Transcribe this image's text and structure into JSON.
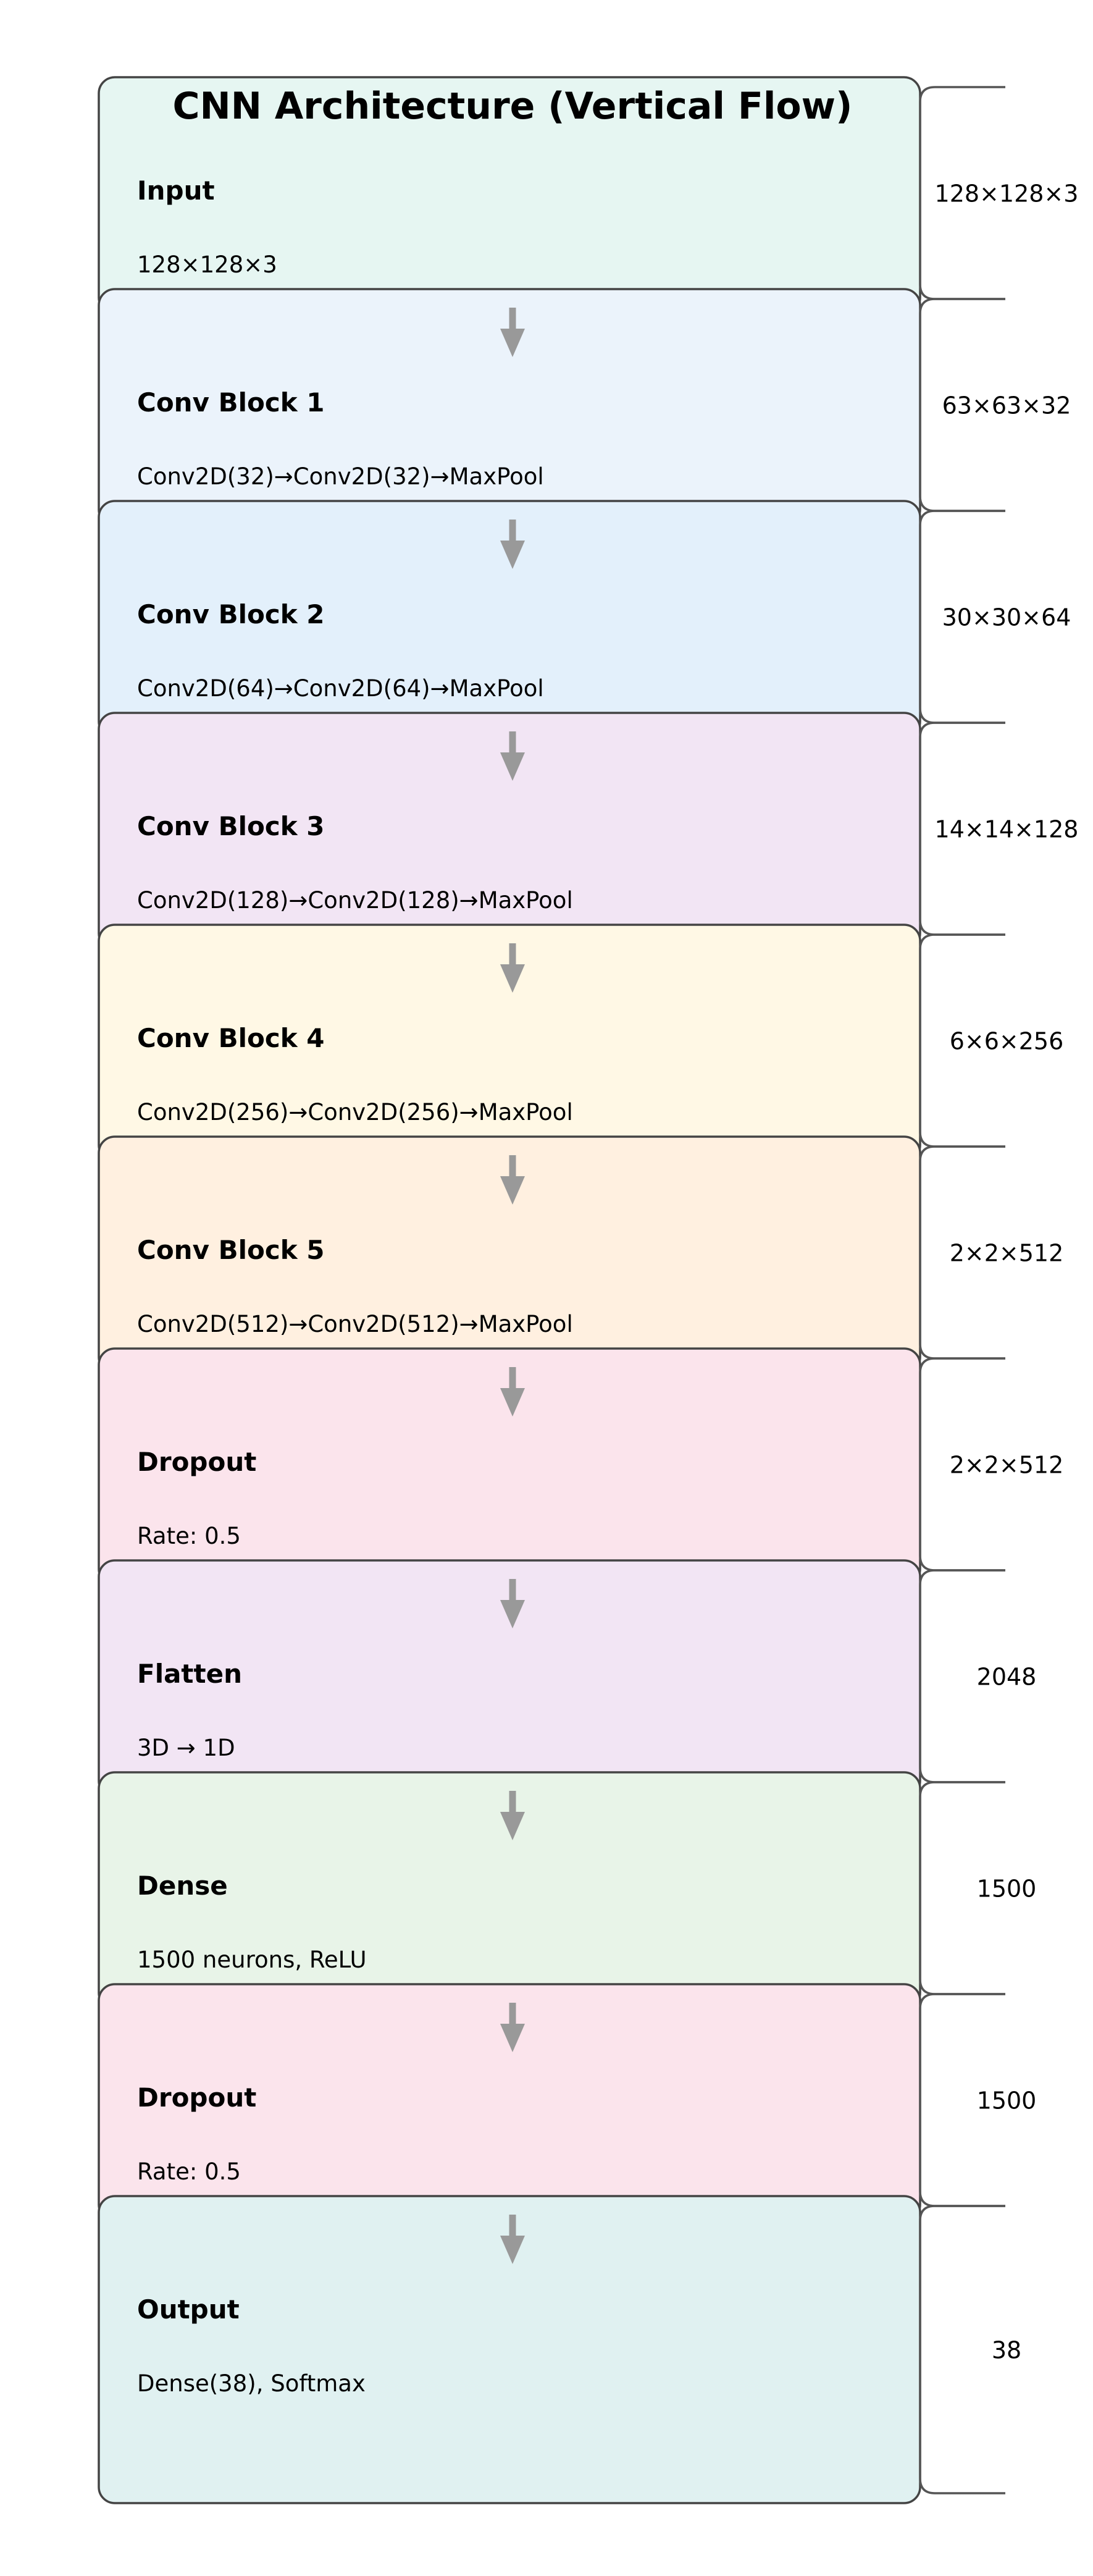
{
  "title": "CNN Architecture (Vertical Flow)",
  "layers": [
    {
      "name": "Input",
      "desc": "128×128×3",
      "shape": "128×128×3",
      "color": "#e6f6f2"
    },
    {
      "name": "Conv Block 1",
      "desc": "Conv2D(32)→Conv2D(32)→MaxPool",
      "shape": "63×63×32",
      "color": "#ebf3fb"
    },
    {
      "name": "Conv Block 2",
      "desc": "Conv2D(64)→Conv2D(64)→MaxPool",
      "shape": "30×30×64",
      "color": "#e3f0fb"
    },
    {
      "name": "Conv Block 3",
      "desc": "Conv2D(128)→Conv2D(128)→MaxPool",
      "shape": "14×14×128",
      "color": "#f2e5f4"
    },
    {
      "name": "Conv Block 4",
      "desc": "Conv2D(256)→Conv2D(256)→MaxPool",
      "shape": "6×6×256",
      "color": "#fff8e5"
    },
    {
      "name": "Conv Block 5",
      "desc": "Conv2D(512)→Conv2D(512)→MaxPool",
      "shape": "2×2×512",
      "color": "#fff0e0"
    },
    {
      "name": "Dropout",
      "desc": "Rate: 0.5",
      "shape": "2×2×512",
      "color": "#fbe4ec"
    },
    {
      "name": "Flatten",
      "desc": "3D → 1D",
      "shape": "2048",
      "color": "#f2e5f4"
    },
    {
      "name": "Dense",
      "desc": "1500 neurons, ReLU",
      "shape": "1500",
      "color": "#e8f4e8"
    },
    {
      "name": "Dropout",
      "desc": "Rate: 0.5",
      "shape": "1500",
      "color": "#fbe4ec"
    },
    {
      "name": "Output",
      "desc": "Dense(38), Softmax",
      "shape": "38",
      "color": "#e0f1f1"
    }
  ]
}
